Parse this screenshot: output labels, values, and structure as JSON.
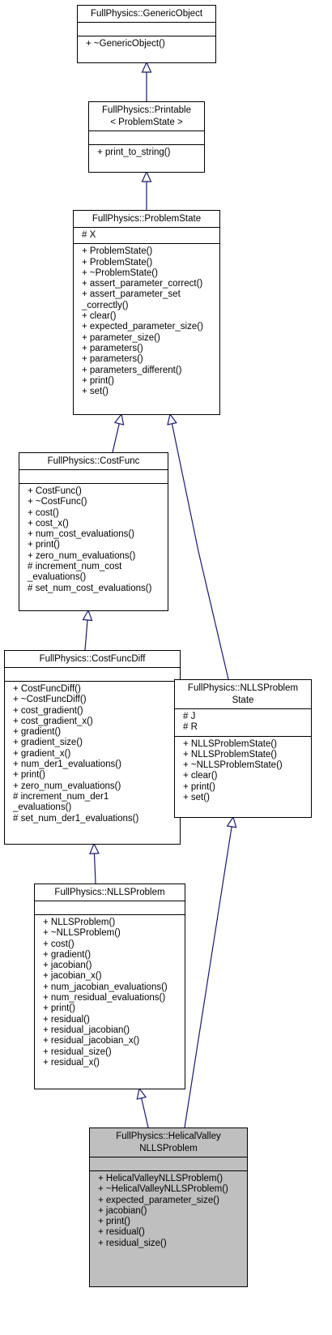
{
  "classes": [
    {
      "id": "generic_object",
      "title": [
        "FullPhysics::GenericObject"
      ],
      "attributes": [],
      "methods": [
        "+ ~GenericObject()"
      ],
      "highlight": false
    },
    {
      "id": "printable",
      "title": [
        "FullPhysics::Printable",
        "< ProblemState >"
      ],
      "attributes": [],
      "methods": [
        "+ print_to_string()"
      ],
      "highlight": false
    },
    {
      "id": "problem_state",
      "title": [
        "FullPhysics::ProblemState"
      ],
      "attributes": [
        "# X"
      ],
      "methods": [
        "+ ProblemState()",
        "+ ProblemState()",
        "+ ~ProblemState()",
        "+ assert_parameter_correct()",
        "+ assert_parameter_set",
        "_correctly()",
        "+ clear()",
        "+ expected_parameter_size()",
        "+ parameter_size()",
        "+ parameters()",
        "+ parameters()",
        "+ parameters_different()",
        "+ print()",
        "+ set()"
      ],
      "highlight": false
    },
    {
      "id": "cost_func",
      "title": [
        "FullPhysics::CostFunc"
      ],
      "attributes": [],
      "methods": [
        "+ CostFunc()",
        "+ ~CostFunc()",
        "+ cost()",
        "+ cost_x()",
        "+ num_cost_evaluations()",
        "+ print()",
        "+ zero_num_evaluations()",
        "# increment_num_cost",
        "_evaluations()",
        "# set_num_cost_evaluations()"
      ],
      "highlight": false
    },
    {
      "id": "cost_func_diff",
      "title": [
        "FullPhysics::CostFuncDiff"
      ],
      "attributes": [],
      "methods": [
        "+ CostFuncDiff()",
        "+ ~CostFuncDiff()",
        "+ cost_gradient()",
        "+ cost_gradient_x()",
        "+ gradient()",
        "+ gradient_size()",
        "+ gradient_x()",
        "+ num_der1_evaluations()",
        "+ print()",
        "+ zero_num_evaluations()",
        "# increment_num_der1",
        "_evaluations()",
        "# set_num_der1_evaluations()"
      ],
      "highlight": false
    },
    {
      "id": "nlls_problem_state",
      "title": [
        "FullPhysics::NLLSProblem",
        "State"
      ],
      "attributes": [
        "# J",
        "# R"
      ],
      "methods": [
        "+ NLLSProblemState()",
        "+ NLLSProblemState()",
        "+ ~NLLSProblemState()",
        "+ clear()",
        "+ print()",
        "+ set()"
      ],
      "highlight": false
    },
    {
      "id": "nlls_problem",
      "title": [
        "FullPhysics::NLLSProblem"
      ],
      "attributes": [],
      "methods": [
        "+ NLLSProblem()",
        "+ ~NLLSProblem()",
        "+ cost()",
        "+ gradient()",
        "+ jacobian()",
        "+ jacobian_x()",
        "+ num_jacobian_evaluations()",
        "+ num_residual_evaluations()",
        "+ print()",
        "+ residual()",
        "+ residual_jacobian()",
        "+ residual_jacobian_x()",
        "+ residual_size()",
        "+ residual_x()"
      ],
      "highlight": false
    },
    {
      "id": "helical_valley",
      "title": [
        "FullPhysics::HelicalValley",
        "NLLSProblem"
      ],
      "attributes": [],
      "methods": [
        "+ HelicalValleyNLLSProblem()",
        "+ ~HelicalValleyNLLSProblem()",
        "+ expected_parameter_size()",
        "+ jacobian()",
        "+ print()",
        "+ residual()",
        "+ residual_size()"
      ],
      "highlight": true
    }
  ],
  "inheritance": [
    {
      "from": "printable",
      "to": "generic_object"
    },
    {
      "from": "problem_state",
      "to": "printable"
    },
    {
      "from": "cost_func",
      "to": "problem_state"
    },
    {
      "from": "nlls_problem_state",
      "to": "problem_state"
    },
    {
      "from": "cost_func_diff",
      "to": "cost_func"
    },
    {
      "from": "nlls_problem",
      "to": "cost_func_diff"
    },
    {
      "from": "helical_valley",
      "to": "nlls_problem"
    },
    {
      "from": "helical_valley",
      "to": "nlls_problem_state"
    }
  ],
  "colors": {
    "edge": "#191970",
    "highlight_fill": "#bfbfbf",
    "border": "#000000"
  }
}
